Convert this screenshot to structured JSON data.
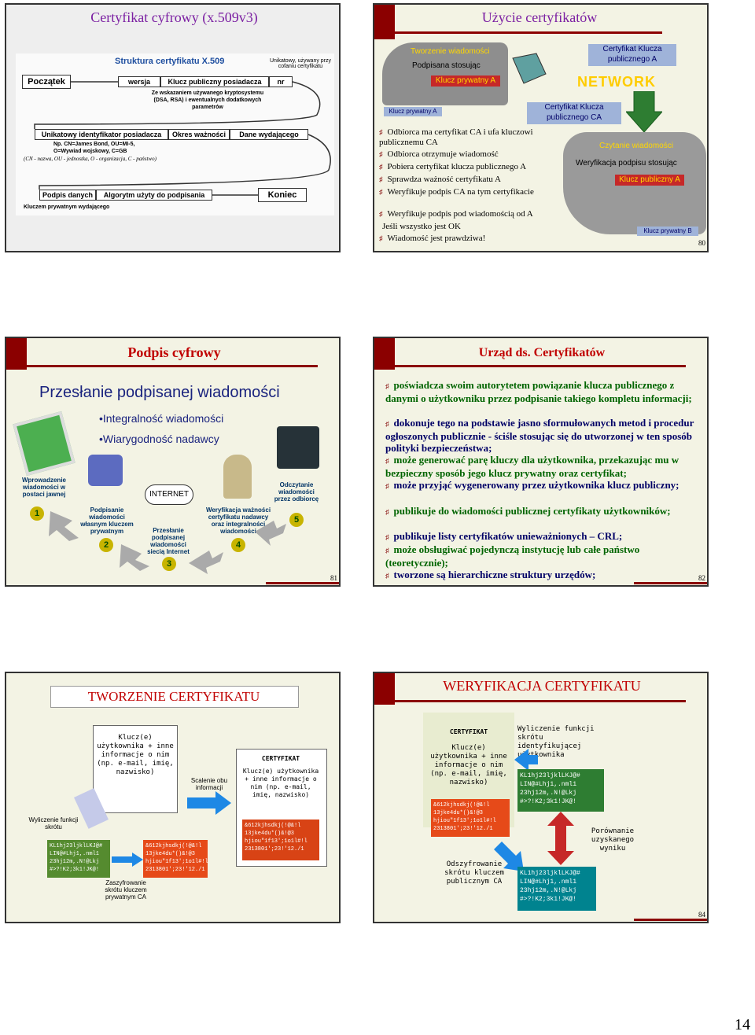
{
  "page_number": "14",
  "slide1": {
    "title": "Certyfikat cyfrowy (x.509v3)",
    "struct_title": "Struktura certyfikatu X.509",
    "note_unique": "Unikatowy, używany przy cofaniu certyfikatu",
    "start": "Początek",
    "version": "wersja",
    "public_key": "Klucz publiczny posiadacza",
    "nr": "nr",
    "alg_note": "Ze wskazaniem używanego kryptosystemu (DSA, RSA) i ewentualnych dodatkowych parametrów",
    "owner_id": "Unikatowy identyfikator posiadacza",
    "validity": "Okres ważności",
    "issuer": "Dane wydającego",
    "example": "Np. CN=James Bond, OU=MI-5, O=Wywiad wojskowy, C=GB",
    "legend": "(CN - nazwa, OU - jednostka, O - organizacja, C - państwo)",
    "sig_data": "Podpis danych",
    "sig_alg": "Algorytm użyty do podpisania",
    "end": "Koniec",
    "issuer_key": "Kluczem prywatnym wydającego"
  },
  "slide2": {
    "title": "Użycie certyfikatów",
    "creating": "Tworzenie wiadomości",
    "signed": "Podpisana stosując",
    "priv_a_red": "Klucz prywatny A",
    "cert_pub_a": "Certyfikat Klucza publicznego A",
    "network": "NETWORK",
    "priv_a": "Klucz prywatny A",
    "cert_ca": "Certyfikat Klucza publicznego CA",
    "reading": "Czytanie wiadomości",
    "verify": "Weryfikacja podpisu stosując",
    "pub_a": "Klucz publiczny A",
    "priv_b": "Klucz prywatny B",
    "bullets": [
      "Odbiorca ma certyfikat CA i ufa kluczowi publicznemu CA",
      "Odbiorca otrzymuje wiadomość",
      "Pobiera certyfikat klucza publicznego A",
      "Sprawdza ważność certyfikatu A",
      "Weryfikuje podpis CA na tym certyfikacie",
      "Weryfikuje podpis pod wiadomością od A"
    ],
    "if_ok": "Jeśli wszystko jest OK",
    "final": "Wiadomość jest prawdziwa!",
    "num": "80"
  },
  "slide3": {
    "title": "Podpis cyfrowy",
    "subtitle": "Przesłanie podpisanej wiadomości",
    "point1": "•Integralność wiadomości",
    "point2": "•Wiarygodność nadawcy",
    "step1": "Wprowadzenie wiadomości w postaci jawnej",
    "step2": "Podpisanie wiadomości własnym kluczem prywatnym",
    "internet": "INTERNET",
    "step3": "Przesłanie podpisanej wiadomości siecią Internet",
    "step4": "Weryfikacja ważności certyfikatu nadawcy oraz integralności wiadomości",
    "step5": "Odczytanie wiadomości przez odbiorcę",
    "n1": "1",
    "n2": "2",
    "n3": "3",
    "n4": "4",
    "n5": "5",
    "num": "81"
  },
  "slide4": {
    "title": "Urząd ds. Certyfikatów",
    "bullets": [
      "poświadcza swoim autorytetem powiązanie klucza publicznego z danymi o użytkowniku przez podpisanie takiego kompletu informacji;",
      "dokonuje tego na podstawie jasno sformułowanych metod i procedur ogłoszonych publicznie - ściśle stosując się do utworzonej w ten sposób polityki bezpieczeństwa;",
      "może generować parę kluczy dla użytkownika, przekazując mu w bezpieczny sposób jego klucz prywatny oraz certyfikat;",
      "może przyjąć wygenerowany przez użytkownika klucz publiczny;",
      "publikuje do wiadomości publicznej certyfikaty użytkowników;",
      "publikuje listy certyfikatów unieważnionych – CRL;",
      "może obsługiwać pojedynczą instytucję lub całe państwo (teoretycznie);",
      "tworzone są hierarchiczne struktury urzędów;"
    ],
    "num": "82"
  },
  "slide5": {
    "title": "TWORZENIE CERTYFIKATU",
    "doc_text": "Klucz(e) użytkownika + inne informacje o nim (np. e-mail, imię, nazwisko)",
    "merge": "Scalenie obu informacji",
    "cert_title": "CERTYFIKAT",
    "cert_text": "Klucz(e) użytkownika + inne informacje o nim (np. e-mail, imię, nazwisko)",
    "hash_calc": "Wyliczenie funkcji skrótu",
    "hash_green": "KL1hj23ljklLKJ@# LIN@#Lhj1,.nml1 23hj12m,.N!@Lkj #>?!K2;3k1!JK@!",
    "hash_orange": "&612kjhsdkj(!@&!l 13jke4du*()&!@3 hjiou\"1f13';1o1l#!l 2313801';23!'12./1",
    "cert_hash": "&612kjhsdkj(!@&!l 13jke4du*()&!@3 hjiou\"1f13';1o1l#!l 2313801';23!'12./1",
    "encrypt": "Zaszyfrowanie skrótu kluczem prywatnym CA"
  },
  "slide6": {
    "title": "WERYFIKACJA CERTYFIKATU",
    "cert_title": "CERTYFIKAT",
    "cert_text": "Klucz(e) użytkownika + inne informacje o nim (np. e-mail, imię, nazwisko)",
    "cert_hash": "&612kjhsdkj(!@&!l 13jke4du*()&!@3 hjiou\"1f13';1o1l#!l 2313801';23!'12./1",
    "hash_calc": "Wyliczenie funkcji skrótu identyfikującej użytkownika",
    "hash1": "KL1hj23ljklLKJ@# LIN@#Lhj1,.nml1 23hj12m,.N!@Lkj #>?!K2;3k1!JK@!",
    "compare": "Porównanie uzyskanego wyniku",
    "decrypt": "Odszyfrowanie skrótu kluczem publicznym CA",
    "hash2": "KL1hj23ljklLKJ@# LIN@#Lhj1,.nml1 23hj12m,.N!@Lkj #>?!K2;3k1!JK@!",
    "num": "84"
  }
}
